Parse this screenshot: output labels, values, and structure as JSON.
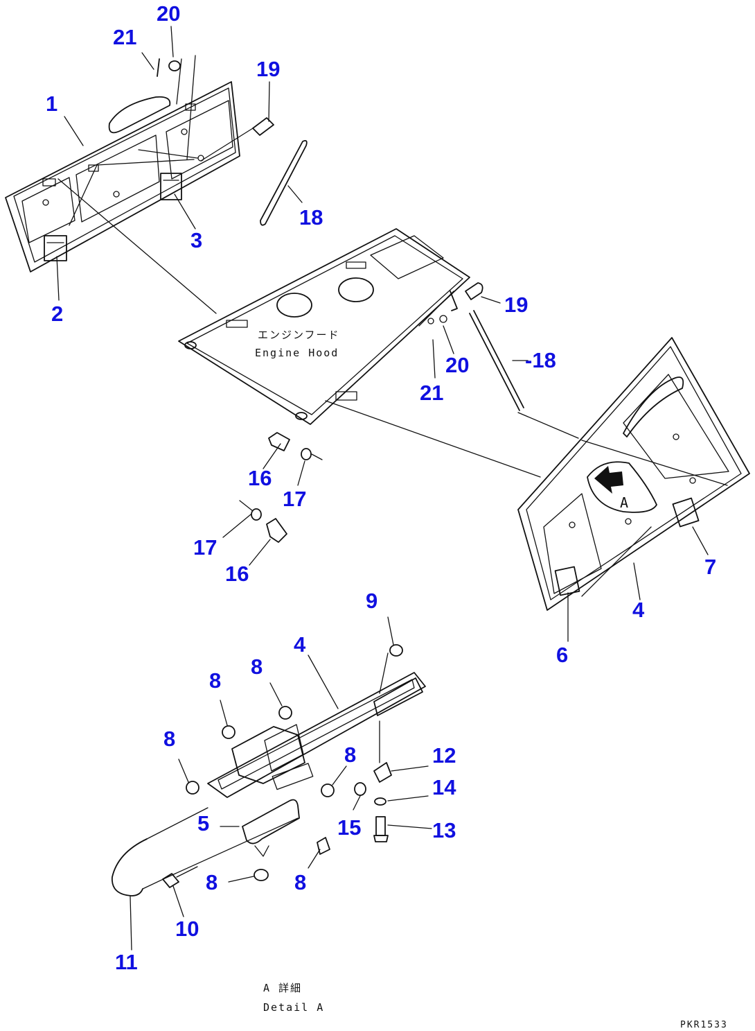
{
  "diagram": {
    "hood_label_jp": "エンジンフード",
    "hood_label_en": "Engine Hood",
    "detail_marker": "A",
    "detail_title_jp": "A 詳細",
    "detail_title_en": "Detail A",
    "drawing_code": "PKR1533"
  },
  "callouts": [
    {
      "id": "c1",
      "label": "1"
    },
    {
      "id": "c2",
      "label": "2"
    },
    {
      "id": "c3",
      "label": "3"
    },
    {
      "id": "c18a",
      "label": "18"
    },
    {
      "id": "c19a",
      "label": "19"
    },
    {
      "id": "c20a",
      "label": "20"
    },
    {
      "id": "c21a",
      "label": "21"
    },
    {
      "id": "c19b",
      "label": "19"
    },
    {
      "id": "c18b",
      "label": "-18"
    },
    {
      "id": "c20b",
      "label": "20"
    },
    {
      "id": "c21b",
      "label": "21"
    },
    {
      "id": "c16a",
      "label": "16"
    },
    {
      "id": "c17a",
      "label": "17"
    },
    {
      "id": "c17b",
      "label": "17"
    },
    {
      "id": "c16b",
      "label": "16"
    },
    {
      "id": "c7",
      "label": "7"
    },
    {
      "id": "c4a",
      "label": "4"
    },
    {
      "id": "c6",
      "label": "6"
    },
    {
      "id": "c9",
      "label": "9"
    },
    {
      "id": "c4b",
      "label": "4"
    },
    {
      "id": "c8a",
      "label": "8"
    },
    {
      "id": "c8b",
      "label": "8"
    },
    {
      "id": "c8c",
      "label": "8"
    },
    {
      "id": "c8d",
      "label": "8"
    },
    {
      "id": "c12",
      "label": "12"
    },
    {
      "id": "c14",
      "label": "14"
    },
    {
      "id": "c5",
      "label": "5"
    },
    {
      "id": "c15",
      "label": "15"
    },
    {
      "id": "c13",
      "label": "13"
    },
    {
      "id": "c8e",
      "label": "8"
    },
    {
      "id": "c8f",
      "label": "8"
    },
    {
      "id": "c10",
      "label": "10"
    },
    {
      "id": "c11",
      "label": "11"
    }
  ]
}
